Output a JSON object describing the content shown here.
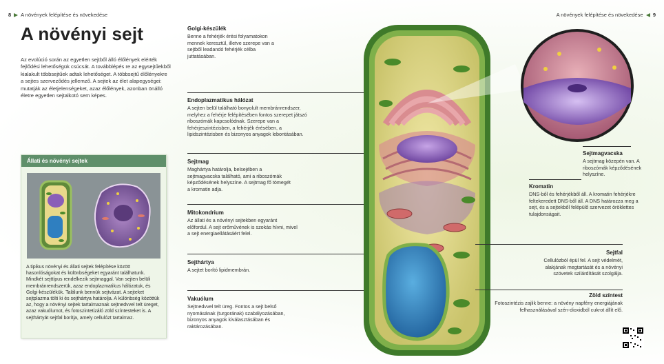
{
  "header": {
    "left_page_number": "8",
    "left_running_title": "A növények felépítése és növekedése",
    "right_running_title": "A növények felépítése és növekedése",
    "right_page_number": "9"
  },
  "title": "A növényi sejt",
  "intro": "Az evolúció során az egyetlen sejtből álló élőlények elérték fejlődési lehetőségük csúcsát. A továbblépés re az egysejtűekből kialakult többsejtűek adtak lehetőséget. A többsejtű élőlényekre a sejtes szerveződés jellemző. A sejtek az élet alapegységei: mutatják az életjelenségeket, azaz élőlények, azonban önálló életre egyetlen sejtalkotó sem képes.",
  "sidebar_box": {
    "title": "Állati és növényi sejtek",
    "text": "A tipikus növényi és állati sejtek felépítése között hasonlóságokat és különbségeket egyaránt találhatunk. Mindkét sejttípus rendelkezik sejtmaggal. Van sejten belüli membránrendszerük, azaz endoplazmatikus hálózatuk, és Golgi-készülékük. Találunk bennük sejtvázat. A sejteket sejtplazma tölti ki és sejthártya határolja. A különbség közöttük az, hogy a növényi sejtek tartalmaznak sejtnedvvel telt üreget, azaz vakuólumot, és fotoszintetizáló zöld színtesteket is. A sejthártyát sejtfal borítja, amely cellulózt tartalmaz."
  },
  "labels_left": [
    {
      "title": "Golgi-készülék",
      "text": "Benne a fehérjék érési folyamatokon mennek keresztül, illetve szerepe van a sejtből leadandó fehérjék célba juttatásában."
    },
    {
      "title": "Endoplazmatikus hálózat",
      "text": "A sejten belül található bonyolult membránrendszer, melyhez a fehérje felépítésében fontos szerepet játszó riboszómák kapcsolódnak. Szerepe van a fehérjeszintézisben, a fehérjék érésében, a lipidszintézisben és bizonyos anyagok lebontásában."
    },
    {
      "title": "Sejtmag",
      "text": "Maghártya határolja, belsejében a sejtmagvacska található, ami a riboszómák képződésének helyszíne. A sejtmag fő tömegét a kromatin adja."
    },
    {
      "title": "Mitokondrium",
      "text": "Az állati és a növényi sejtekben egyaránt előfordul. A sejt erőművének is szokás hívni, mivel a sejt energiaellátásáért felel."
    },
    {
      "title": "Sejthártya",
      "text": "A sejtet borító lipidmembrán."
    },
    {
      "title": "Vakuólum",
      "text": "Sejtnedvvel telt üreg. Fontos a sejt belső nyomásának (turgorának) szabályozásában, bizonyos anyagok kiválasztásában és raktározásában."
    }
  ],
  "labels_right": [
    {
      "title": "Sejtmagvacska",
      "text": "A sejtmag közepén van. A riboszómák képződésének helyszíne."
    },
    {
      "title": "Kromatin",
      "text": "DNS-ből és fehérjékből áll. A kromatin fehérjékre feltekeredett DNS-ből áll. A DNS határozza meg a sejt, és a sejtekből felépülő szervezet öröklettes tulajdonságait."
    },
    {
      "title": "Sejtfal",
      "text": "Cellulózból épül fel. A sejt védelmét, alakjának megtartását és a növényi szövetek szilárdítását szolgálja."
    },
    {
      "title": "Zöld színtest",
      "text": "Fotoszintézis zajlik benne: a növény napfény energiájának felhasználásával szén-dioxidból cukrot állít elő."
    }
  ],
  "colors": {
    "accent_green": "#5f8f6a",
    "cell_wall": "#4f8a3a",
    "golgi_pink": "#e3a3a5",
    "nucleus_purple": "#8a5fb8",
    "vacuole_blue": "#2f7fc0"
  }
}
